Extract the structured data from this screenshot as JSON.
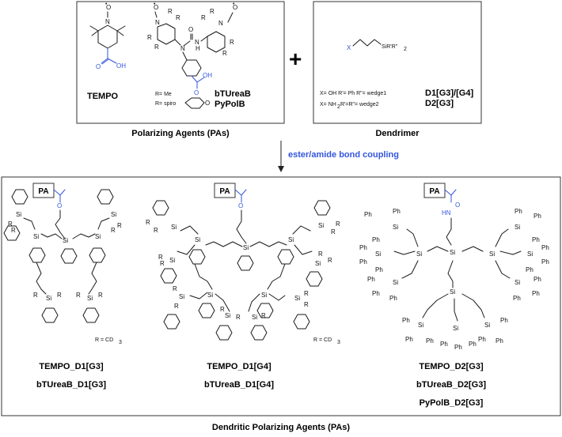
{
  "top_left_panel": {
    "tempo_label": "TEMPO",
    "btureab_label": "bTUreaB",
    "pypolb_label": "PyPolB",
    "r_me": "R= Me",
    "r_spiro": "R= spiro",
    "caption": "Polarizing Agents (PAs)"
  },
  "plus_sign": "+",
  "top_right_panel": {
    "x_label": "X",
    "si_group": "SiR'R\"",
    "subscript": "2",
    "line1_prefix": "X= OH   R'= Ph R\"= wedge1",
    "line1_label": "D1[G3]/[G4]",
    "line2_prefix": "X= NH",
    "line2_sub": "2",
    "line2_rest": "  R'=R\"= wedge2",
    "line2_label": "D2[G3]",
    "caption": "Dendrimer"
  },
  "reaction_label": "ester/amide bond coupling",
  "bottom_panel": {
    "pa_tag": "PA",
    "r_note": "R = CD",
    "r_note_sub": "3",
    "col1_names": [
      "TEMPO_D1[G3]",
      "bTUreaB_D1[G3]"
    ],
    "col2_names": [
      "TEMPO_D1[G4]",
      "bTUreaB_D1[G4]"
    ],
    "col3_names": [
      "TEMPO_D2[G3]",
      "bTUreaB_D2[G3]",
      "PyPolB_D2[G3]"
    ],
    "caption": "Dendritic Polarizing Agents (PAs)"
  },
  "atoms": {
    "n": "N",
    "o": "O",
    "oh": "OH",
    "h": "H",
    "nh": "N",
    "hn": "HN",
    "si": "Si",
    "ph": "Ph",
    "r": "R",
    "o_radical": "O"
  },
  "colors": {
    "accent_blue": "#3355dd",
    "line": "#1a1a1a"
  }
}
